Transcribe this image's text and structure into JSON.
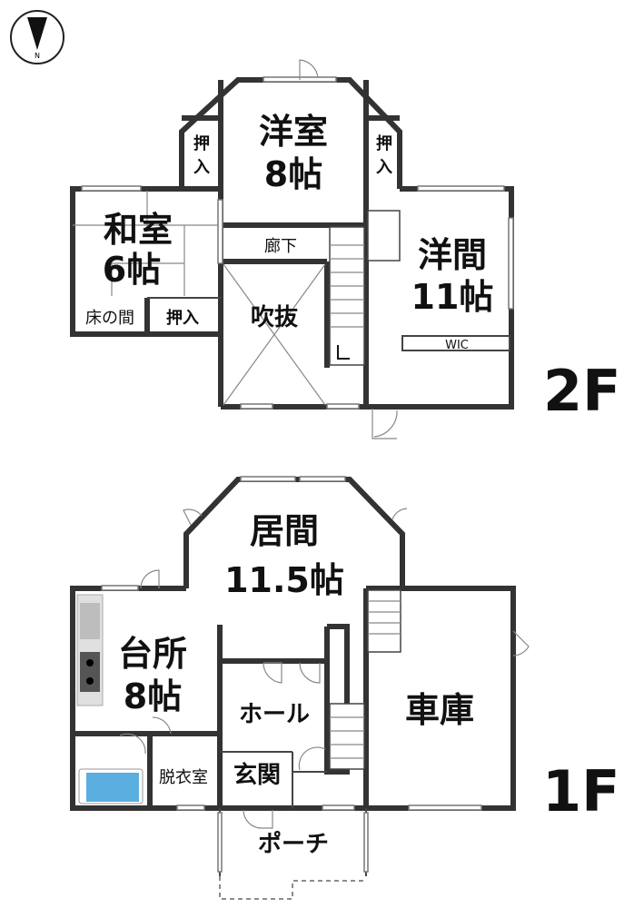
{
  "compass": {
    "label": "N"
  },
  "floor2": {
    "label": "2F",
    "rooms": {
      "western_room_name": "洋室",
      "western_room_size": "8帖",
      "closet_left": [
        "押",
        "入"
      ],
      "closet_right": [
        "押",
        "入"
      ],
      "japanese_room_name": "和室",
      "japanese_room_size": "6帖",
      "tokonoma": "床の間",
      "closet_japanese": "押入",
      "corridor": "廊下",
      "atrium": "吹抜",
      "western_large_name": "洋間",
      "western_large_size": "11帖",
      "wic": "WIC"
    }
  },
  "floor1": {
    "label": "1F",
    "rooms": {
      "living_name": "居間",
      "living_size": "11.5帖",
      "kitchen_name": "台所",
      "kitchen_size": "8帖",
      "hall": "ホール",
      "garage": "車庫",
      "dressing": "脱衣室",
      "entrance": "玄関",
      "porch": "ポーチ"
    }
  },
  "colors": {
    "wall": "#333333",
    "bath": "#5aaee0",
    "counter": "#bdbdbd"
  }
}
